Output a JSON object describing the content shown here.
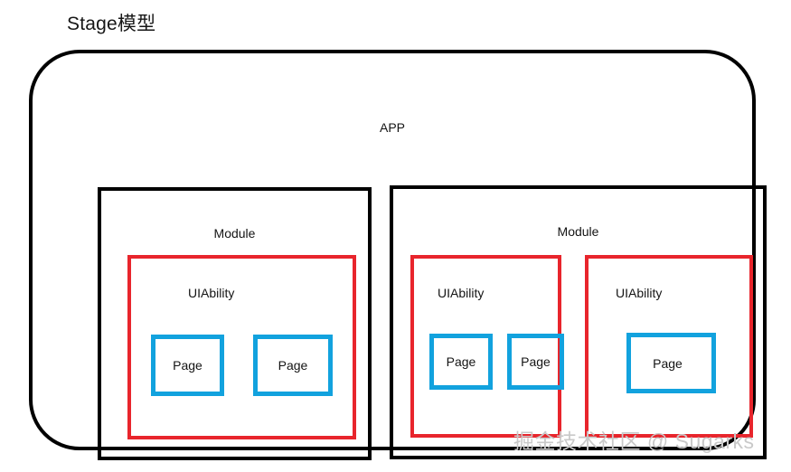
{
  "diagram": {
    "title": "Stage模型",
    "watermark": "掘金技术社区 @ Sugarks",
    "colors": {
      "app_border": "#000000",
      "module_border": "#000000",
      "uiability_border": "#E8252C",
      "page_border": "#12A2DE",
      "text": "#141414",
      "watermark": "#c9c9c9"
    },
    "app": {
      "label": "APP",
      "modules": [
        {
          "label": "Module",
          "abilities": [
            {
              "label": "UIAbility",
              "pages": [
                {
                  "label": "Page"
                },
                {
                  "label": "Page"
                }
              ]
            }
          ]
        },
        {
          "label": "Module",
          "abilities": [
            {
              "label": "UIAbility",
              "pages": [
                {
                  "label": "Page"
                },
                {
                  "label": "Page"
                }
              ]
            },
            {
              "label": "UIAbility",
              "pages": [
                {
                  "label": "Page"
                }
              ]
            }
          ]
        }
      ]
    }
  }
}
